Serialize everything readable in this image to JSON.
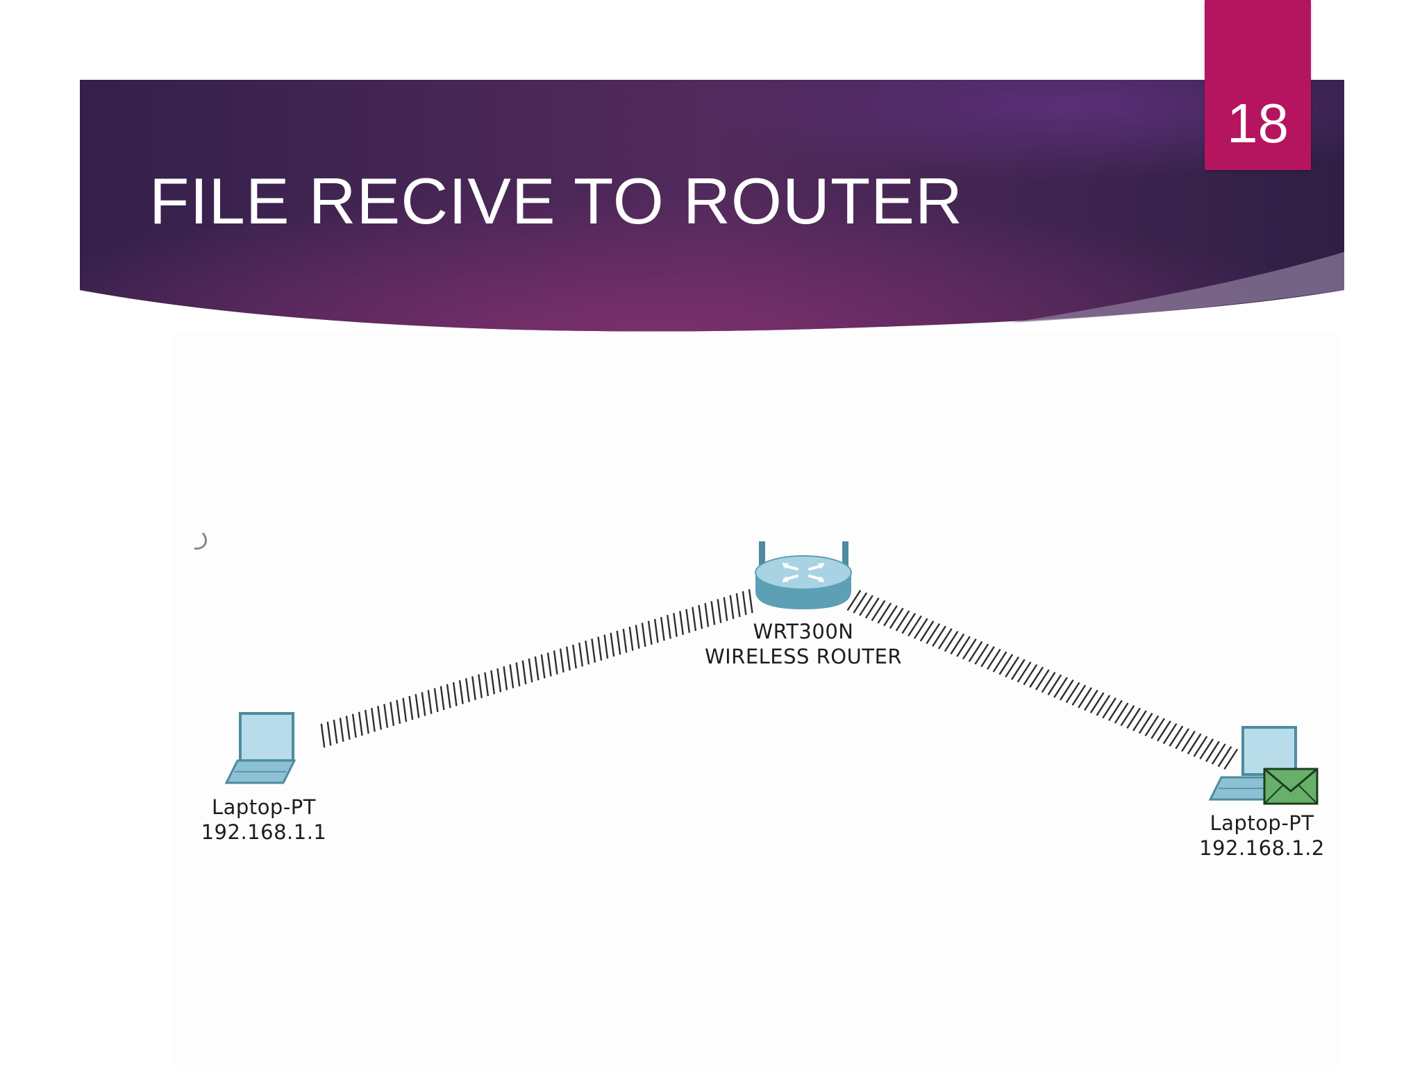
{
  "slide": {
    "title": "FILE RECIVE TO ROUTER",
    "page_number": "18",
    "colors": {
      "banner_dark": "#3a1e4a",
      "banner_mid": "#6a2c66",
      "page_tab": "#b5155f"
    }
  },
  "diagram": {
    "router": {
      "icon": "wireless-router-icon",
      "model": "WRT300N",
      "type": "WIRELESS ROUTER"
    },
    "laptops": [
      {
        "icon": "laptop-icon",
        "name": "Laptop-PT",
        "ip": "192.168.1.1"
      },
      {
        "icon": "laptop-icon",
        "name": "Laptop-PT",
        "ip": "192.168.1.2",
        "badge": "envelope-icon"
      }
    ],
    "links": [
      {
        "from": "Laptop-PT 192.168.1.1",
        "to": "WRT300N",
        "style": "wireless"
      },
      {
        "from": "WRT300N",
        "to": "Laptop-PT 192.168.1.2",
        "style": "wireless"
      }
    ]
  }
}
